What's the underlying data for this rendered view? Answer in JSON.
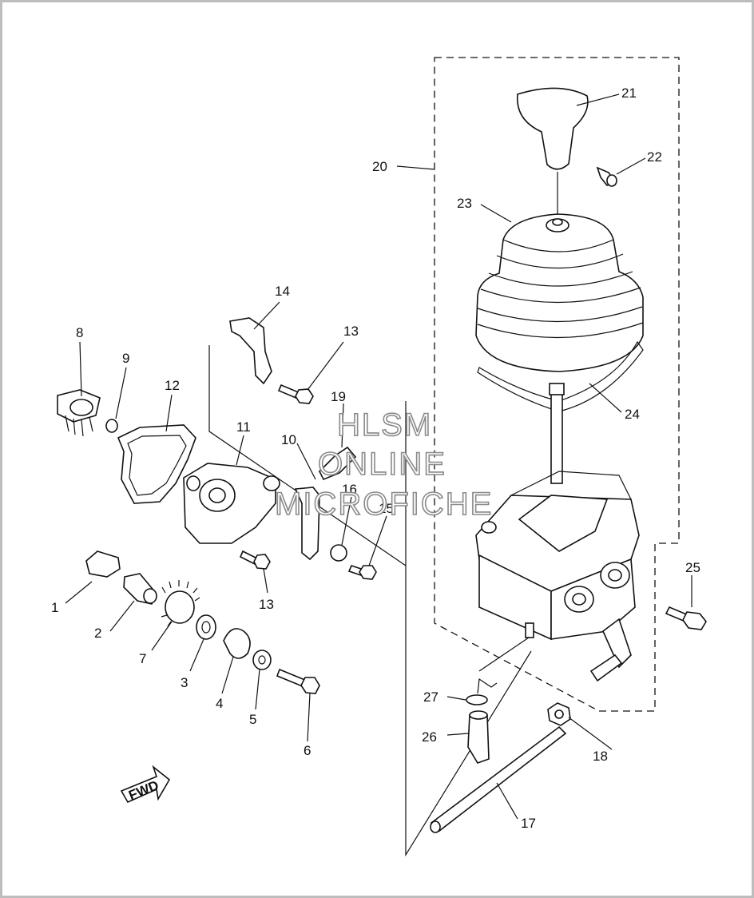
{
  "watermark": {
    "line1": "HLSM",
    "line2": "ONLINE",
    "line3": "MICROFICHE"
  },
  "fwd_label": "FWD",
  "callouts": {
    "c1": "1",
    "c2": "2",
    "c3": "3",
    "c4": "4",
    "c5": "5",
    "c6": "6",
    "c7": "7",
    "c8": "8",
    "c9": "9",
    "c10": "10",
    "c11": "11",
    "c12": "12",
    "c13a": "13",
    "c13b": "13",
    "c14": "14",
    "c15": "15",
    "c16": "16",
    "c17": "17",
    "c18": "18",
    "c19": "19",
    "c20": "20",
    "c21": "21",
    "c22": "22",
    "c23": "23",
    "c24": "24",
    "c25": "25",
    "c26": "26",
    "c27": "27"
  }
}
